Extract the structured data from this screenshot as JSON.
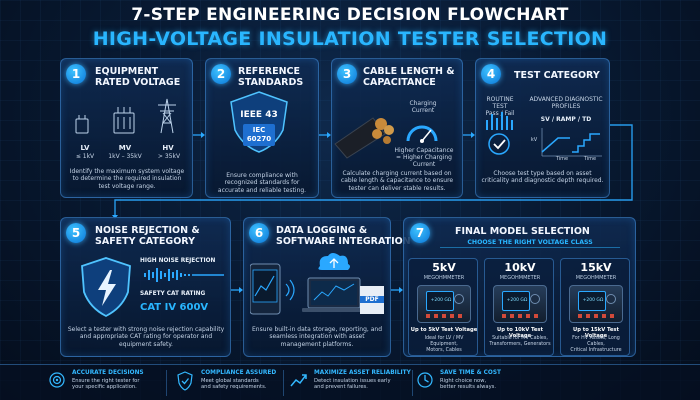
{
  "header": {
    "title": "7-STEP ENGINEERING DECISION FLOWCHART",
    "subtitle": "HIGH-VOLTAGE INSULATION TESTER SELECTION"
  },
  "steps": [
    {
      "number": "1",
      "title_line1": "EQUIPMENT",
      "title_line2": "RATED VOLTAGE",
      "classes": [
        {
          "label": "LV",
          "range": "≤ 1kV"
        },
        {
          "label": "MV",
          "range": "1kV – 35kV"
        },
        {
          "label": "HV",
          "range": "> 35kV"
        }
      ],
      "description": "Identify the maximum system voltage to determine the required insulation test voltage range."
    },
    {
      "number": "2",
      "title_line1": "REFERENCE",
      "title_line2": "STANDARDS",
      "badge1": "IEEE 43",
      "badge2_line1": "IEC",
      "badge2_line2": "60270",
      "description": "Ensure compliance with recognized standards for accurate and reliable testing."
    },
    {
      "number": "3",
      "title_line1": "CABLE LENGTH &",
      "title_line2": "CAPACITANCE",
      "gauge_label_line1": "Charging",
      "gauge_label_line2": "Current",
      "note_line1": "Higher Capacitance",
      "note_line2": "= Higher Charging Current",
      "description": "Calculate charging current based on cable length & capacitance to ensure tester can deliver stable results."
    },
    {
      "number": "4",
      "title_line1": "TEST CATEGORY",
      "routine_line1": "ROUTINE TEST",
      "routine_line2": "Pass / Fail",
      "advanced_line1": "ADVANCED DIAGNOSTIC",
      "advanced_line2": "PROFILES",
      "profile_modes": "SV  /  RAMP  /  TD",
      "axis_kv": "kV",
      "axis_time1": "Time",
      "axis_time2": "Time",
      "description": "Choose test type based on asset criticality and diagnostic depth required."
    },
    {
      "number": "5",
      "title_line1": "NOISE REJECTION &",
      "title_line2": "SAFETY CATEGORY",
      "noise_label": "HIGH NOISE REJECTION",
      "safety_label": "SAFETY CAT RATING",
      "cat_rating": "CAT IV 600V",
      "description": "Select a tester with strong noise rejection capability and appropriate CAT rating for operator and equipment safety."
    },
    {
      "number": "6",
      "title_line1": "DATA LOGGING &",
      "title_line2": "SOFTWARE INTEGRATION",
      "pdf_label": "PDF",
      "description": "Ensure built-in data storage, reporting, and seamless integration with asset management platforms."
    },
    {
      "number": "7",
      "title_line1": "FINAL MODEL SELECTION",
      "subtitle": "CHOOSE THE RIGHT VOLTAGE CLASS",
      "models": [
        {
          "kv": "5kV",
          "type": "MEGOHMMETER",
          "screen": "+200 GΩ",
          "up_to": "Up to 5kV Test Voltage",
          "for_line1": "Ideal for LV / MV Equipment,",
          "for_line2": "Motors, Cables"
        },
        {
          "kv": "10kV",
          "type": "MEGOHMMETER",
          "screen": "+200 GΩ",
          "up_to": "Up to 10kV Test Voltage",
          "for_line1": "Suitable for MV Cables,",
          "for_line2": "Transformers, Generators"
        },
        {
          "kv": "15kV",
          "type": "MEGOHMMETER",
          "screen": "+200 GΩ",
          "up_to": "Up to 15kV Test Voltage",
          "for_line1": "For HV Assets, Long Cables,",
          "for_line2": "Critical Infrastructure"
        }
      ]
    }
  ],
  "footer": [
    {
      "head": "ACCURATE DECISIONS",
      "line1": "Ensure the right tester for",
      "line2": "your specific application.",
      "icon": "target-icon"
    },
    {
      "head": "COMPLIANCE ASSURED",
      "line1": "Meet global standards",
      "line2": "and safety requirements.",
      "icon": "shield-check-icon"
    },
    {
      "head": "MAXIMIZE ASSET RELIABILITY",
      "line1": "Detect insulation issues early",
      "line2": "and prevent failures.",
      "icon": "trend-up-icon"
    },
    {
      "head": "SAVE TIME & COST",
      "line1": "Right choice now,",
      "line2": "better results always.",
      "icon": "clock-icon"
    }
  ],
  "colors": {
    "accent": "#29b6ff",
    "node": "#0a74d6",
    "background": "#081a33"
  }
}
